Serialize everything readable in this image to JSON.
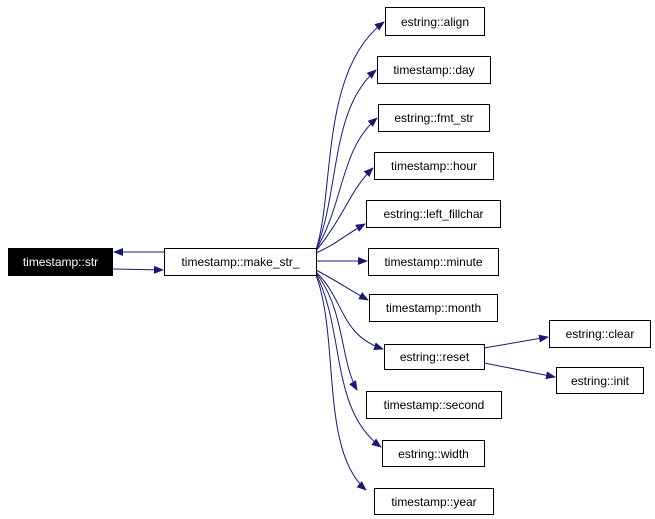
{
  "graph": {
    "title": "Call graph for timestamp::str",
    "edge_color": "#191970",
    "nodes": {
      "str": "timestamp::str",
      "make_str": "timestamp::make_str_",
      "align": "estring::align",
      "day": "timestamp::day",
      "fmt_str": "estring::fmt_str",
      "hour": "timestamp::hour",
      "left_fillchar": "estring::left_fillchar",
      "minute": "timestamp::minute",
      "month": "timestamp::month",
      "reset": "estring::reset",
      "second": "timestamp::second",
      "width": "estring::width",
      "year": "timestamp::year",
      "clear": "estring::clear",
      "init": "estring::init"
    },
    "edges": [
      [
        "str",
        "make_str"
      ],
      [
        "make_str",
        "str"
      ],
      [
        "make_str",
        "align"
      ],
      [
        "make_str",
        "day"
      ],
      [
        "make_str",
        "fmt_str"
      ],
      [
        "make_str",
        "hour"
      ],
      [
        "make_str",
        "left_fillchar"
      ],
      [
        "make_str",
        "minute"
      ],
      [
        "make_str",
        "month"
      ],
      [
        "make_str",
        "reset"
      ],
      [
        "make_str",
        "second"
      ],
      [
        "make_str",
        "width"
      ],
      [
        "make_str",
        "year"
      ],
      [
        "reset",
        "clear"
      ],
      [
        "reset",
        "init"
      ]
    ]
  }
}
